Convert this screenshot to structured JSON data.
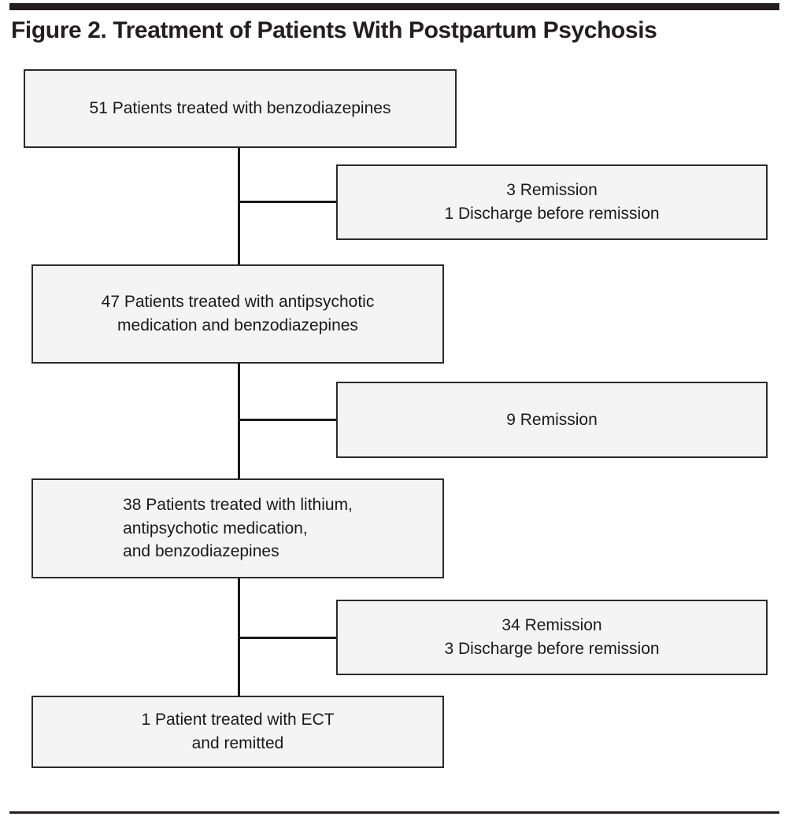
{
  "figure": {
    "title": "Figure 2. Treatment of Patients With Postpartum Psychosis",
    "rule_color": "#231f20",
    "box_fill": "#f4f4f4",
    "box_border": "#2b2b2b",
    "line_color": "#1a1a1a"
  },
  "chart_data": {
    "type": "flowchart",
    "title": "Figure 2. Treatment of Patients With Postpartum Psychosis",
    "orientation": "top-to-bottom",
    "nodes": [
      {
        "id": "step1",
        "kind": "main",
        "count": 51,
        "label": "51 Patients treated with benzodiazepines",
        "align": "center"
      },
      {
        "id": "outcome1",
        "kind": "outcome",
        "label": "3 Remission\n1 Discharge before remission",
        "align": "center",
        "items": [
          {
            "count": 3,
            "text": "Remission"
          },
          {
            "count": 1,
            "text": "Discharge before remission"
          }
        ]
      },
      {
        "id": "step2",
        "kind": "main",
        "count": 47,
        "label": "47 Patients treated with antipsychotic\nmedication and benzodiazepines",
        "align": "center"
      },
      {
        "id": "outcome2",
        "kind": "outcome",
        "label": "9 Remission",
        "align": "center",
        "items": [
          {
            "count": 9,
            "text": "Remission"
          }
        ]
      },
      {
        "id": "step3",
        "kind": "main",
        "count": 38,
        "label": "38 Patients treated with lithium,\nantipsychotic medication,\nand benzodiazepines",
        "align": "left"
      },
      {
        "id": "outcome3",
        "kind": "outcome",
        "label": "34 Remission\n3 Discharge before remission",
        "align": "center",
        "items": [
          {
            "count": 34,
            "text": "Remission"
          },
          {
            "count": 3,
            "text": "Discharge before remission"
          }
        ]
      },
      {
        "id": "step4",
        "kind": "main",
        "count": 1,
        "label": "1 Patient treated with ECT\nand remitted",
        "align": "center"
      }
    ],
    "edges": [
      {
        "from": "step1",
        "to": "outcome1",
        "type": "branch"
      },
      {
        "from": "step1",
        "to": "step2",
        "type": "flow"
      },
      {
        "from": "step2",
        "to": "outcome2",
        "type": "branch"
      },
      {
        "from": "step2",
        "to": "step3",
        "type": "flow"
      },
      {
        "from": "step3",
        "to": "outcome3",
        "type": "branch"
      },
      {
        "from": "step3",
        "to": "step4",
        "type": "flow"
      }
    ]
  }
}
